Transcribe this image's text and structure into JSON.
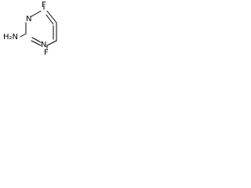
{
  "molecule": {
    "atoms": {
      "fluorine_top": "F",
      "nitrogen_upper": "N",
      "nitrogen_left": "N",
      "fluorine_bottom": "F",
      "amine_group": "H₂N"
    }
  },
  "colors": {
    "bond": "#000000",
    "text": "#000000",
    "background": "#ffffff"
  }
}
